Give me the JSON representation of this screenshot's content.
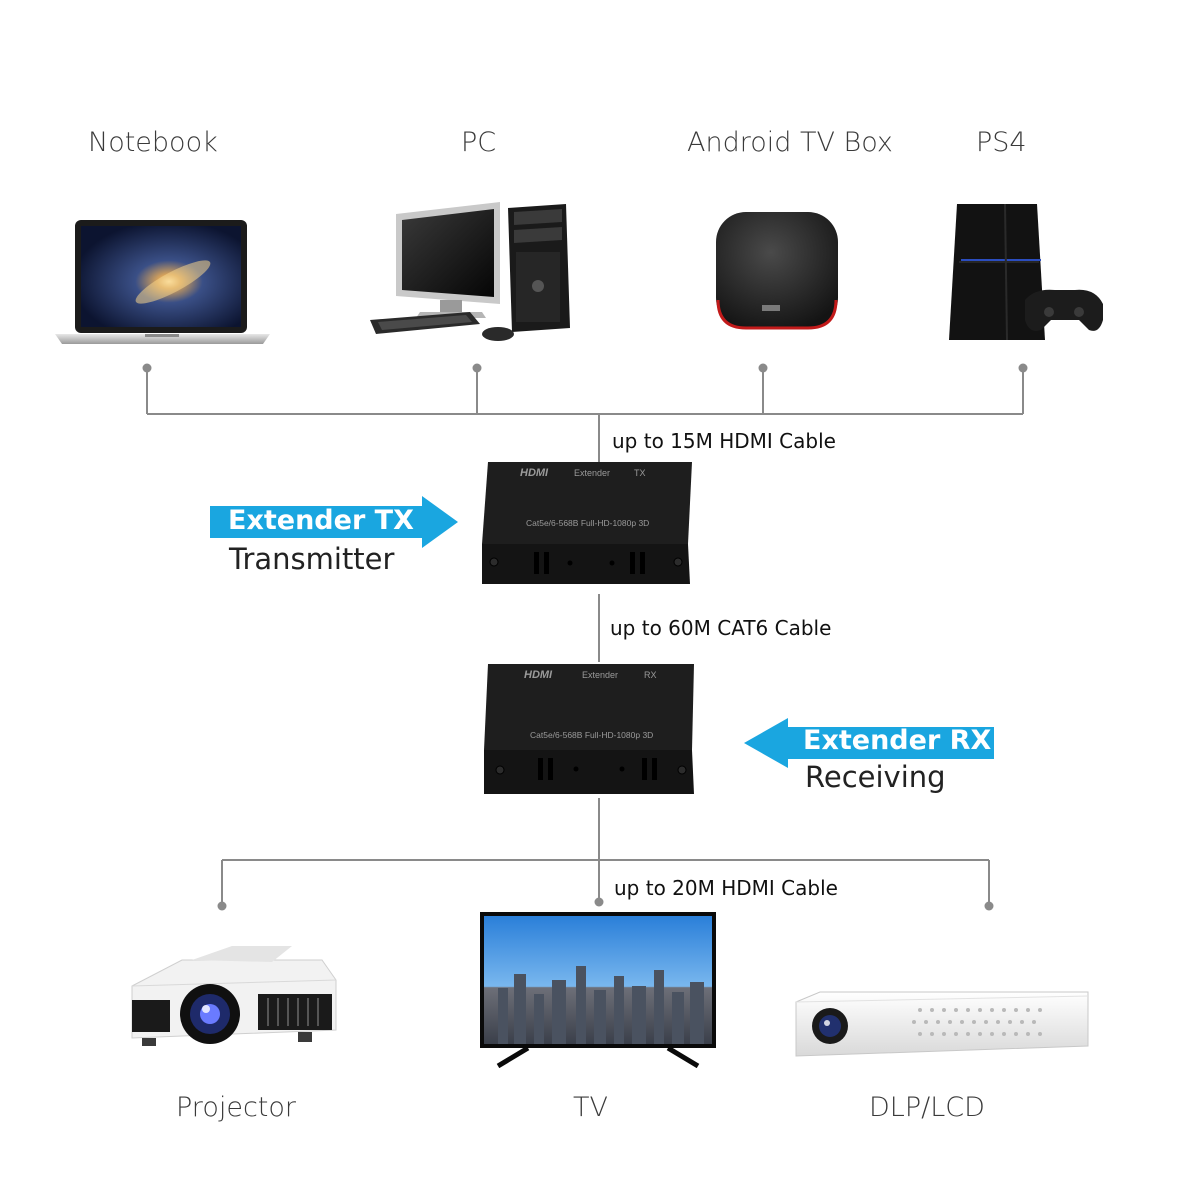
{
  "sources": [
    {
      "label": "Notebook",
      "icon": "notebook-icon"
    },
    {
      "label": "PC",
      "icon": "desktop-pc-icon"
    },
    {
      "label": "Android TV Box",
      "icon": "tv-box-icon"
    },
    {
      "label": "PS4",
      "icon": "ps4-console-icon"
    }
  ],
  "displays": [
    {
      "label": "Projector",
      "icon": "projector-icon"
    },
    {
      "label": "TV",
      "icon": "tv-icon"
    },
    {
      "label": "DLP/LCD",
      "icon": "mini-projector-icon"
    }
  ],
  "cables": {
    "input": "up to 15M HDMI Cable",
    "link": "up to 60M CAT6 Cable",
    "output": "up to 20M HDMI Cable"
  },
  "transmitter": {
    "arrow_label": "Extender TX",
    "role": "Transmitter",
    "top_brand": "HDMI",
    "top_model": "Extender",
    "top_unit": "TX",
    "top_spec": "Cat5e/6-568B Full-HD-1080p 3D"
  },
  "receiver": {
    "arrow_label": "Extender RX",
    "role": "Receiving",
    "top_brand": "HDMI",
    "top_model": "Extender",
    "top_unit": "RX",
    "top_spec": "Cat5e/6-568B Full-HD-1080p 3D"
  },
  "colors": {
    "arrow": "#1aa6e0",
    "line": "#8a8a8a",
    "box": "#161616",
    "label": "#3a3a3a"
  }
}
